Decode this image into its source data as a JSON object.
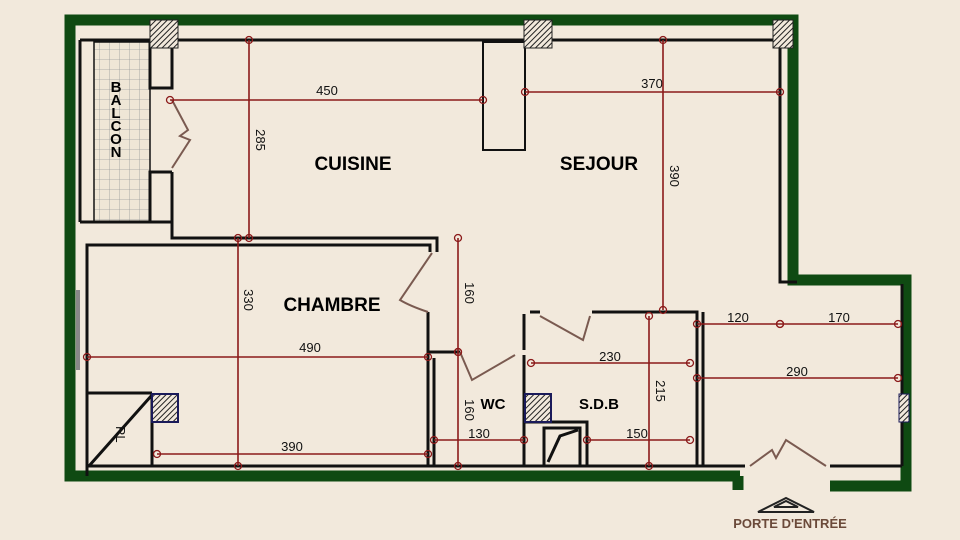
{
  "rooms": {
    "cuisine": "CUISINE",
    "sejour": "SEJOUR",
    "chambre": "CHAMBRE",
    "wc": "WC",
    "sdb": "S.D.B",
    "balcon": [
      "B",
      "A",
      "L",
      "C",
      "O",
      "N"
    ],
    "rl": "RL"
  },
  "entrance": {
    "label": "PORTE D'ENTRÉE",
    "color": "#6b4a3a"
  },
  "dimensions": {
    "kitchen_width": "450",
    "living_width": "370",
    "kitchen_depth": "285",
    "living_depth": "390",
    "hall_upper": "160",
    "wc_depth": "160",
    "bedroom_depth": "330",
    "bedroom_width": "490",
    "bedroom_bottom": "390",
    "wc_width": "130",
    "sdb_width": "230",
    "sdb_depth": "215",
    "sdb_bottom": "150",
    "entry_left": "120",
    "entry_right": "170",
    "entry_width": "290"
  },
  "colors": {
    "exterior_wall": "#0f4a12",
    "dimension_line": "#8b1a1a",
    "background": "#f2e9dc"
  }
}
